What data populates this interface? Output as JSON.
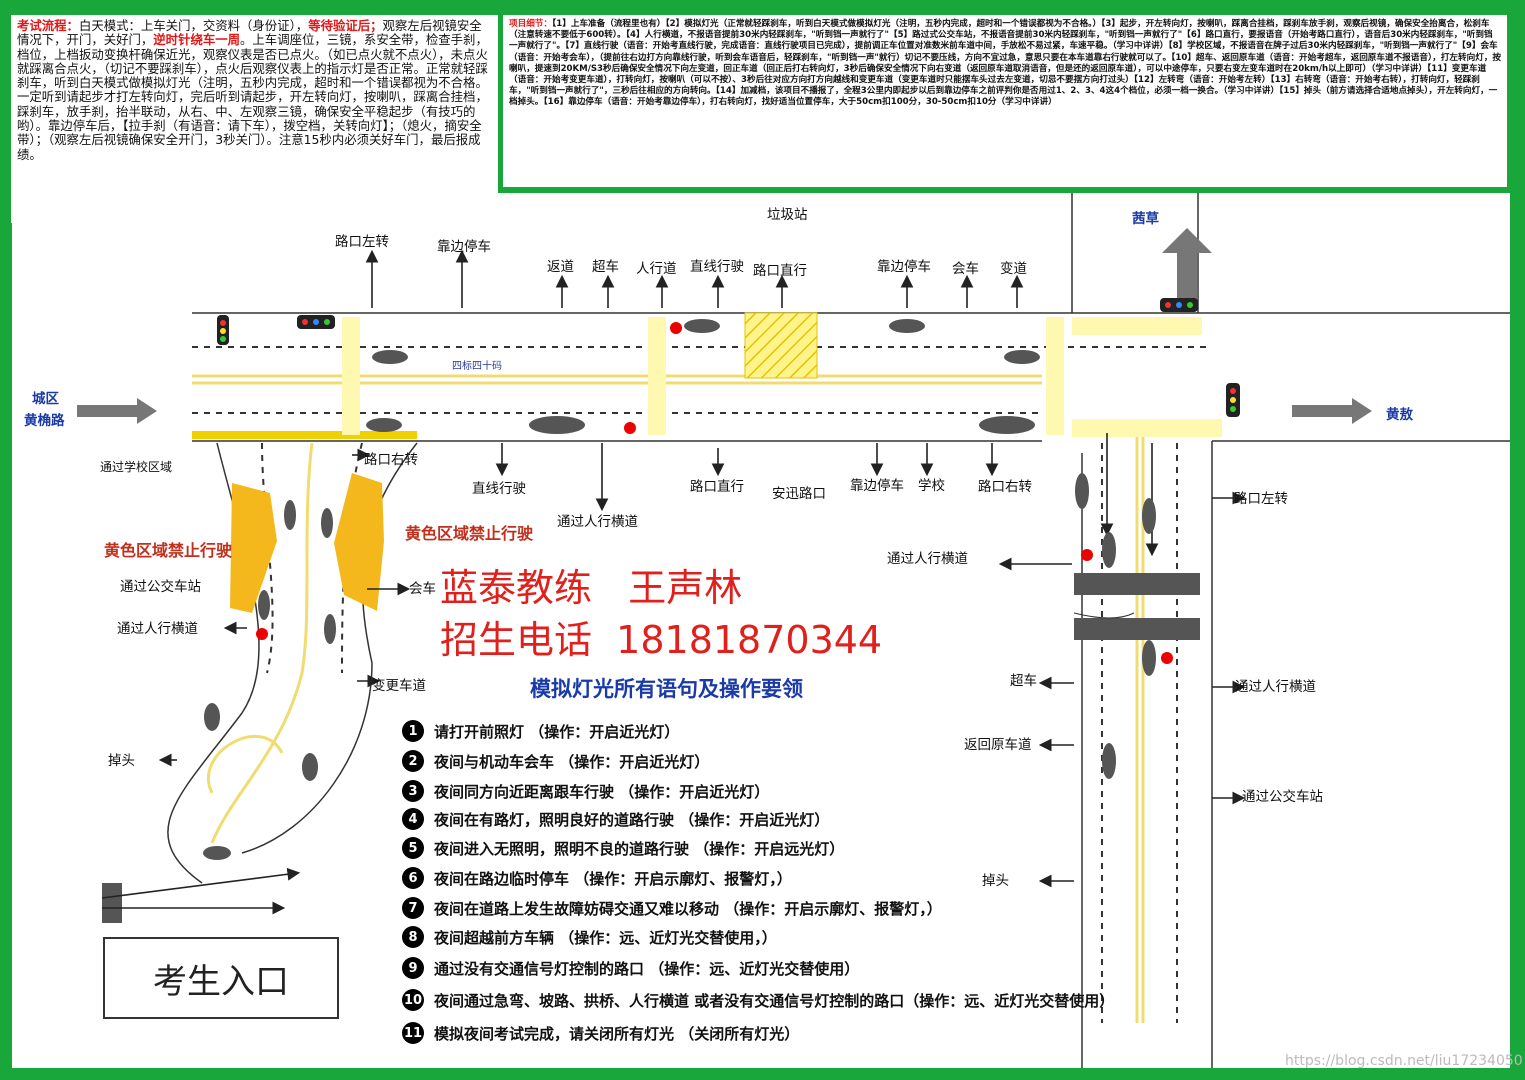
{
  "exam_flow": {
    "label": "考试流程：",
    "text_1": "白天模式：上车关门，交资料（身份证），",
    "red_1": "等待验证后；",
    "text_2": "观察左后视镜安全情况下，开门，关好门，",
    "red_2": "逆时针绕车一周",
    "text_3": "。上车调座位，三镜，系安全带，检查手刹，档位，上档扳动变换杆确保近光，观察仪表是否已点火。（如已点火就不点火），未点火就踩离合点火，（切记不要踩刹车），点火后观察仪表上的指示灯是否正常。正常就轻踩刹车，听到白天模式做模拟灯光（注明，五秒内完成，超时和一个错误都视为不合格。一定听到请起步才打左转向灯，完后听到请起步，开左转向灯，按喇叭，踩离合挂档，踩刹车，放手刹，抬半联动，从右、中、左观察三镜，确保安全平稳起步（有技巧的哟）。靠边停车后，【拉手刹（有语音：请下车），拨空档，关转向灯】；（熄火，摘安全带）；（观察左后视镜确保安全开门，3秒关门）。注意15秒内必须关好车门，最后报成绩。"
  },
  "project_detail": {
    "label": "项目细节：",
    "text": "【1】上车准备（流程里也有）【2】模拟灯光（正常就轻踩刹车，听到白天模式做模拟灯光（注明，五秒内完成，超时和一个错误都视为不合格。）【3】起步，开左转向灯，按喇叭，踩离合挂档，踩刹车放手刹，观察后视镜，确保安全抬离合，松刹车（注意转速不要低于600转）。【4】人行横道，不报语音提前30米内轻踩刹车，\"听到铛一声就行了\"【5】路过式公交车站，不报语音提前30米内轻踩刹车，\"听到铛一声就行了\"【6】路口直行，要报语音（开始考路口直行），语音后30米内轻踩刹车，\"听到铛一声就行了\"。【7】直线行驶（语音：开始考直线行驶，完成语音：直线行驶项目已完成），提前调正车位置对准数米前车道中间，手放松不易过紧，车速平稳。（学习中详讲）【8】学校区域，不报语音在牌子过后30米内轻踩刹车，\"听到铛一声就行了\"【9】会车（语音：开始考会车），（提前往右边打方向靠线行驶，听到会车语音后，轻踩刹车，\"听到铛一声\"就行）切记不要压线，方向不宜过急，意思只要在本车道靠右行驶就可以了。【10】超车、返回原车道（语音：开始考超车，返回原车道不报语音），打左转向灯，按喇叭，提速到20KM/S3秒后确保安全情况下向左变道，回正车道（回正后打右转向灯，3秒后确保安全情况下向右变道（返回原车道取消语音，但是还的返回原车道），可以中途停车，只要右变左变车道时在20km/h以上即可）（学习中详讲）【11】变更车道（语音：开始考变更车道），打转向灯，按喇叭（可以不按）、3秒后往对应方向打方向越线和变更车道（变更车道时只能摆车头过去左变道，切忌不要摆方向打过头）【12】左转弯（语音：开始考左转）【13】右转弯（语音：开始考右转），打转向灯，轻踩刹车，\"听到铛一声就行了\"，三秒后往相应的方向转向。【14】加减档，该项目不播报了，全程3公里内即起步以后到靠边停车之前评判你是否用过1、2、3、4这4个档位，必须一档一换合。（学习中详讲）【15】掉头（前方请选择合适地点掉头），开左转向灯，一档掉头。【16】靠边停车（语音：开始考靠边停车），打右转向灯，找好适当位置停车，大于50cm扣100分，30-50cm扣10分（学习中详讲）"
  },
  "map_labels": {
    "top_left_turn": "路口左转",
    "pull_over_top": "靠边停车",
    "return_lane": "返道",
    "overtake": "超车",
    "crosswalk_top": "人行道",
    "straight_driving_top": "直线行驶",
    "intersection_straight_top": "路口直行",
    "garbage_station": "垃圾站",
    "pull_over_top2": "靠边停车",
    "meet_car_top": "会车",
    "change_lane_top": "变道",
    "xicao": "茜草",
    "urban_area": "城区",
    "huangjue_road": "黄桷路",
    "huanghe": "黄敖",
    "speed_40": "四标四十码",
    "school_zone": "通过学校区域",
    "right_turn_mid": "路口右转",
    "straight_driving": "直线行驶",
    "intersection_straight": "路口直行",
    "pass_crosswalk_mid": "通过人行横道",
    "anxun_intersection": "安迅路口",
    "pull_over_bottom": "靠边停车",
    "school": "学校",
    "right_turn_right": "路口右转",
    "left_turn_right": "路口左转",
    "yellow_no_drive": "黄色区域禁止行驶",
    "pass_bus_stop": "通过公交车站",
    "pass_crosswalk_left": "通过人行横道",
    "meet_car_left": "会车",
    "change_lane": "变更车道",
    "u_turn": "掉头",
    "pass_crosswalk_right": "通过人行横道",
    "overtake_right": "超车",
    "pass_crosswalk_right2": "通过人行横道",
    "return_lane_right": "返回原车道",
    "pass_bus_stop_right": "通过公交车站",
    "u_turn_right": "掉头"
  },
  "coach_info": {
    "line_1": "蓝泰教练   王声林",
    "line_2": "招生电话  18181870344"
  },
  "steps_title": "模拟灯光所有语句及操作要领",
  "steps": [
    {
      "num": "1",
      "text": "请打开前照灯 （操作：开启近光灯）"
    },
    {
      "num": "2",
      "text": "夜间与机动车会车 （操作：开启近光灯）"
    },
    {
      "num": "3",
      "text": "夜间同方向近距离跟车行驶 （操作：开启近光灯）"
    },
    {
      "num": "4",
      "text": "夜间在有路灯，照明良好的道路行驶 （操作：开启近光灯）"
    },
    {
      "num": "5",
      "text": "夜间进入无照明，照明不良的道路行驶 （操作：开启远光灯）"
    },
    {
      "num": "6",
      "text": "夜间在路边临时停车 （操作：开启示廓灯、报警灯，）"
    },
    {
      "num": "7",
      "text": "夜间在道路上发生故障妨碍交通又难以移动 （操作：开启示廓灯、报警灯，）"
    },
    {
      "num": "8",
      "text": "夜间超越前方车辆 （操作：远、近灯光交替使用，）"
    },
    {
      "num": "9",
      "text": "通过没有交通信号灯控制的路口 （操作：远、近灯光交替使用）"
    },
    {
      "num": "10",
      "text": "夜间通过急弯、坡路、拱桥、人行横道 或者没有交通信号灯控制的路口（操作：远、近灯光交替使用）"
    },
    {
      "num": "11",
      "text": "模拟夜间考试完成，请关闭所有灯光 （关闭所有灯光）"
    }
  ],
  "entrance": "考生入口",
  "watermark": "https://blog.csdn.net/liu17234050",
  "colors": {
    "background": "#19a63a",
    "red": "#e01818",
    "blue_title": "#1a3aa8",
    "yellow_zone": "#f5b81c"
  }
}
